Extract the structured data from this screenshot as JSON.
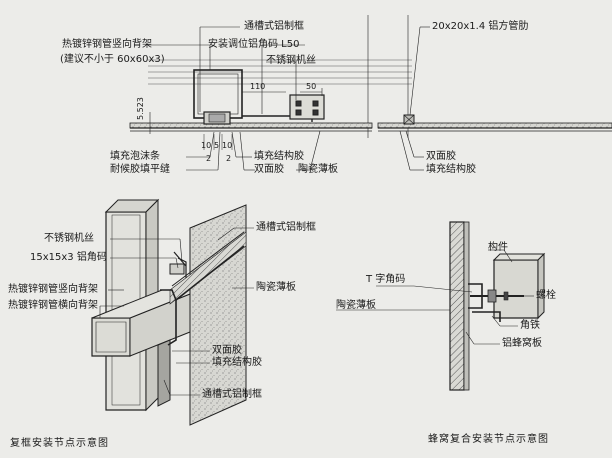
{
  "top": {
    "labels": {
      "channel_frame": "通槽式铝制框",
      "adjust_code": "安装调位铝角码 L50",
      "stainless_wire": "不锈钢机丝",
      "square_rib": "20x20x1.4 铝方管肋",
      "galv_vertical": "热镀锌钢管竖向背架",
      "size_advice": "(建议不小于 60x60x3)",
      "foam_strip": "填充泡沫条",
      "weather_seal": "耐候胶填平缝",
      "struct_glue": "填充结构胶",
      "double_tape": "双面胶",
      "ceramic_panel": "陶瓷薄板",
      "double_tape_r": "双面胶",
      "struct_glue_r": "填充结构胶"
    },
    "dims": {
      "d110": "110",
      "d50": "50",
      "d5523": "5.523",
      "d10a": "10",
      "d5": "5",
      "d10b": "10",
      "d2a": "2",
      "d2b": "2"
    }
  },
  "left": {
    "labels": {
      "stainless_wire": "不锈钢机丝",
      "angle_code": "15x15x3 铝角码",
      "galv_vertical": "热镀锌钢管竖向背架",
      "galv_horizontal": "热镀锌钢管横向背架",
      "channel_frame": "通槽式铝制框",
      "ceramic_panel": "陶瓷薄板",
      "double_tape": "双面胶",
      "struct_glue": "填充结构胶",
      "channel_frame_b": "通槽式铝制框"
    },
    "caption": "复框安装节点示意图"
  },
  "right": {
    "labels": {
      "component": "构件",
      "t_code": "T 字角码",
      "bolt": "螺栓",
      "ceramic_panel": "陶瓷薄板",
      "angle_iron": "角铁",
      "honeycomb_panel": "铝蜂窝板"
    },
    "caption": "蜂窝复合安装节点示意图"
  }
}
